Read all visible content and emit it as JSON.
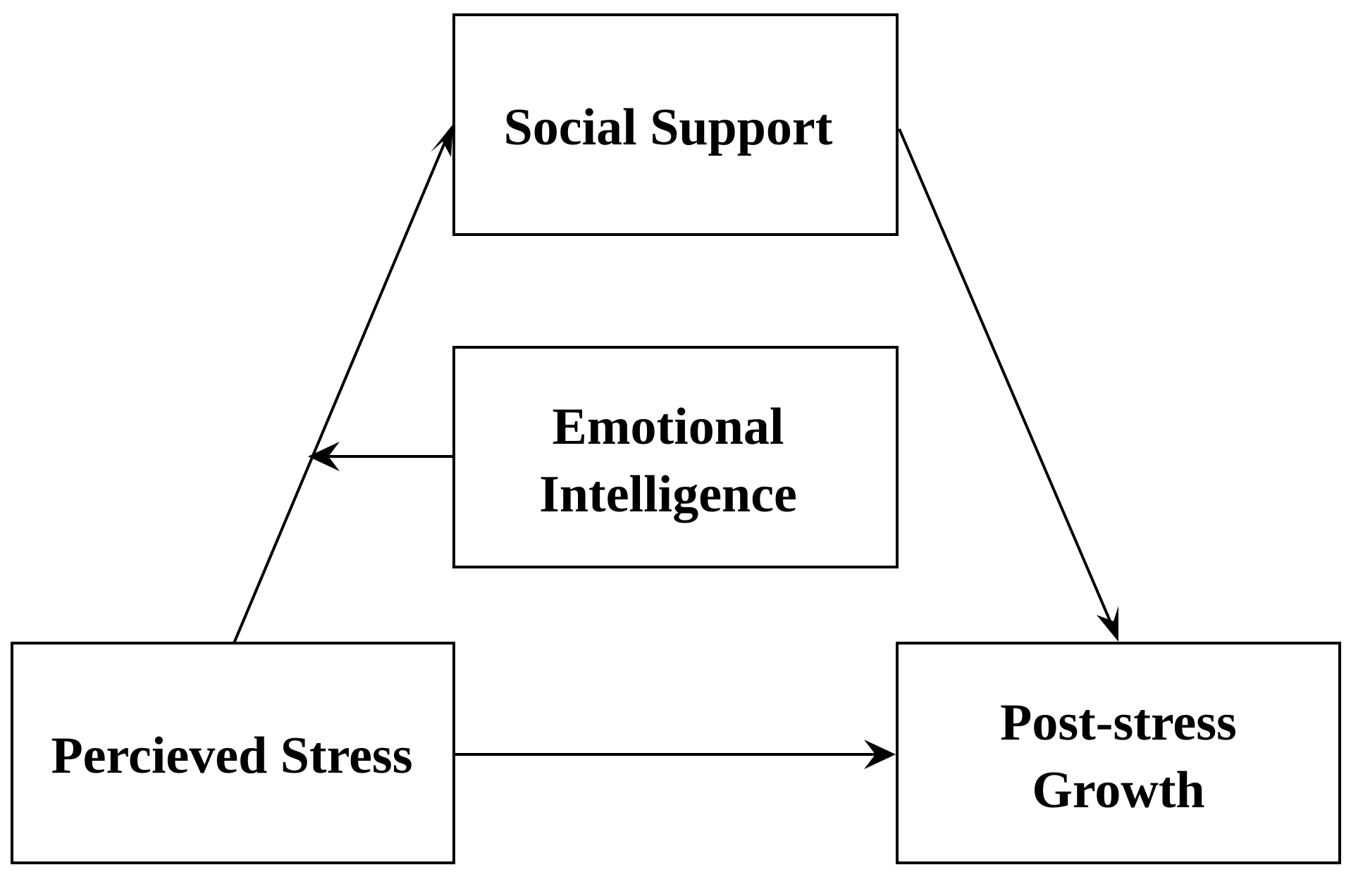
{
  "diagram": {
    "nodes": {
      "social_support": {
        "lines": [
          "Social Support"
        ]
      },
      "emotional_intelligence": {
        "lines": [
          "Emotional",
          "Intelligence"
        ]
      },
      "perceived_stress": {
        "lines": [
          "Percieved Stress"
        ]
      },
      "post_stress_growth": {
        "lines": [
          "Post-stress",
          "Growth"
        ]
      }
    },
    "edges": [
      {
        "from": "Percieved Stress",
        "to": "Social Support"
      },
      {
        "from": "Social Support",
        "to": "Post-stress Growth"
      },
      {
        "from": "Percieved Stress",
        "to": "Post-stress Growth"
      },
      {
        "from": "Emotional Intelligence",
        "to": "Percieved Stress → Social Support path"
      }
    ],
    "colors": {
      "stroke": "#000000",
      "background": "#ffffff",
      "text": "#000000"
    }
  }
}
